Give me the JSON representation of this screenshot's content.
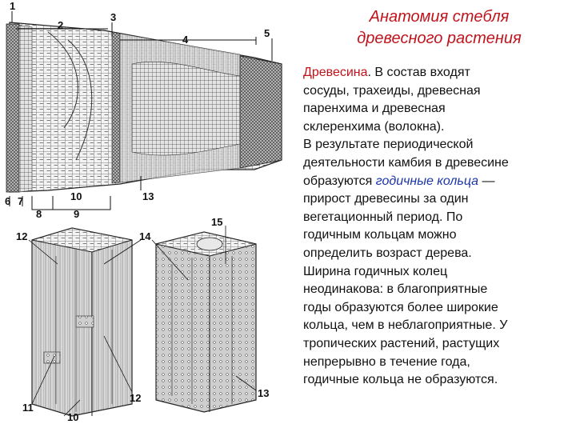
{
  "title": {
    "line1": "Анатомия стебля",
    "line2": "древесного растения"
  },
  "text": {
    "line1_term": "Древесина",
    "line1_rest": ". В состав входят",
    "line2": "сосуды, трахеиды, древесная",
    "line3": "паренхима и древесная",
    "line4": "склеренхима (волокна).",
    "line5": "В результате периодической",
    "line6": "деятельности камбия в древесине",
    "line7_pre": "образуются ",
    "line7_term": "годичные кольца",
    "line7_post": " —",
    "line8": "прирост древесины за один",
    "line9": "вегетационный период. По",
    "line10": "годичным кольцам можно",
    "line11": "определить возраст дерева.",
    "line12": "Ширина годичных колец",
    "line13": "неодинакова: в благоприятные",
    "line14": "годы образуются более широкие",
    "line15": "кольца, чем в неблагоприятные. У",
    "line16": "тропических растений, растущих",
    "line17": "непрерывно в течение года,",
    "line18": "годичные кольца не образуются."
  },
  "labels": {
    "n1": "1",
    "n2": "2",
    "n3": "3",
    "n4": "4",
    "n5": "5",
    "n6": "6",
    "n7": "7",
    "n8": "8",
    "n9": "9",
    "n10": "10",
    "n13": "13",
    "n12": "12",
    "n14": "14",
    "n15": "15",
    "n11b": "11",
    "n10b": "10",
    "n12b": "12",
    "n13b": "13"
  },
  "colors": {
    "title": "#c0141c",
    "term_red": "#c0141c",
    "term_blue": "#1a35a8"
  }
}
